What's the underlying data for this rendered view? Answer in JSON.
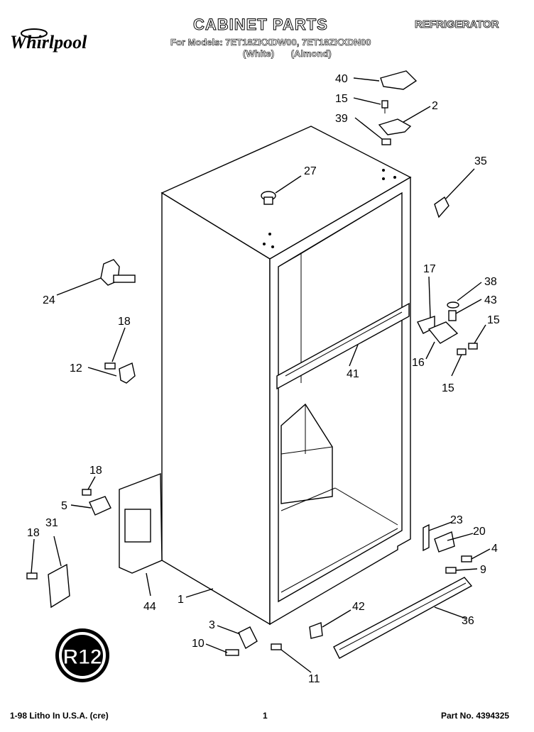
{
  "header": {
    "title": "CABINET PARTS",
    "category": "REFRIGERATOR",
    "models": "For Models: 7ET18ZKXDW00, 7ET18ZKXDN00",
    "variant_white": "(White)",
    "variant_almond": "(Almond)",
    "brand": "Whirlpool"
  },
  "footer": {
    "litho": "1-98 Litho In U.S.A. (cre)",
    "page": "1",
    "part_number": "Part No. 4394325"
  },
  "callouts": {
    "c40": "40",
    "c15a": "15",
    "c2": "2",
    "c39": "39",
    "c35": "35",
    "c27": "27",
    "c24": "24",
    "c18a": "18",
    "c12": "12",
    "c17": "17",
    "c38": "38",
    "c43": "43",
    "c15b": "15",
    "c16": "16",
    "c15c": "15",
    "c41": "41",
    "c18b": "18",
    "c5": "5",
    "c31": "31",
    "c18c": "18",
    "c23": "23",
    "c20": "20",
    "c4": "4",
    "c9": "9",
    "c44": "44",
    "c1": "1",
    "c42": "42",
    "c36": "36",
    "c3": "3",
    "c10": "10",
    "c11": "11"
  },
  "badge": {
    "text": "R12"
  }
}
